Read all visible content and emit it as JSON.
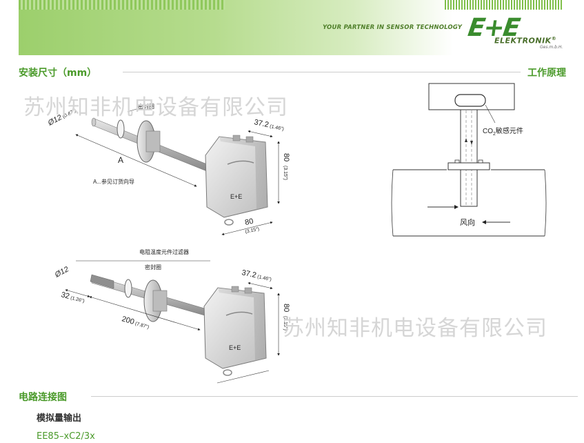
{
  "header": {
    "tagline": "YOUR PARTNER IN SENSOR TECHNOLOGY",
    "logo": "E+E",
    "brand": "ELEKTRONIK",
    "registered": "®",
    "suffix": "Ges.m.b.H."
  },
  "sections": {
    "dimensions": "安装尺寸（mm）",
    "principle": "工作原理",
    "wiring": "电路连接图"
  },
  "watermark": "苏州知非机电设备有限公司",
  "drawing_top": {
    "diameter": "Ø12",
    "diameter_in": "(0.47\")",
    "seal": "密封圈",
    "width": "37.2",
    "width_in": "(1.46\")",
    "height": "80",
    "height_in": "(3.15\")",
    "depth": "80",
    "depth_in": "(3.15\")",
    "a_label": "A",
    "a_note": "A...参见订货向导"
  },
  "drawing_bottom": {
    "filter_label": "电阻温度元件过滤器",
    "diameter": "Ø12",
    "seal": "密封圈",
    "width": "37.2",
    "width_in": "(1.46\")",
    "height": "80",
    "height_in": "(3.15\")",
    "tip": "32",
    "tip_in": "(1.26\")",
    "length": "200",
    "length_in": "(7.87\")"
  },
  "principle": {
    "sensor_label": "CO",
    "sensor_sub": "2",
    "sensor_rest": "敏感元件",
    "flow_label": "风向"
  },
  "wiring": {
    "output_title": "模拟量输出",
    "model": "EE85–xC2/3x"
  }
}
